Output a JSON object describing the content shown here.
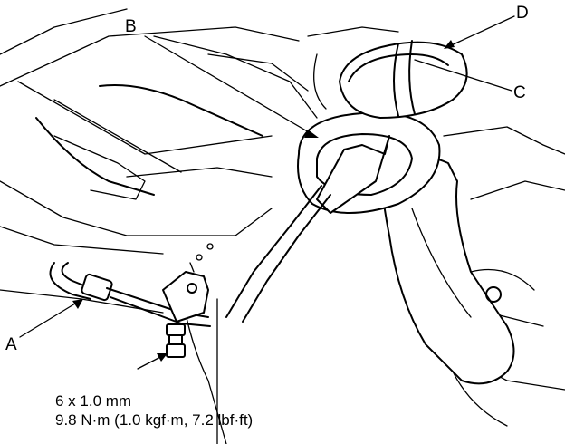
{
  "callouts": {
    "a": "A",
    "b": "B",
    "c": "C",
    "d": "D"
  },
  "torque_spec": {
    "bolt_size": "6 x 1.0 mm",
    "torque": "9.8 N·m (1.0 kgf·m, 7.2 lbf·ft)"
  }
}
